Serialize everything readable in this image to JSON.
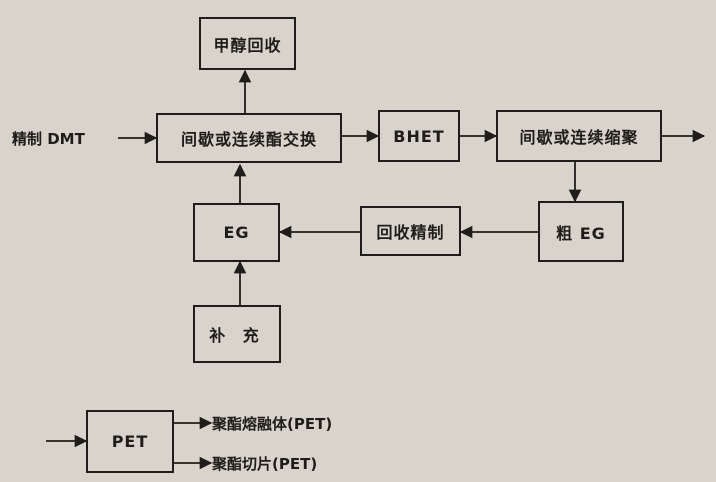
{
  "diagram": {
    "input_label": "精制 DMT",
    "nodes": {
      "methanol": "甲醇回收",
      "transesterification": "间歇或连续酯交换",
      "bhet": "BHET",
      "polycondensation": "间歇或连续缩聚",
      "eg": "EG",
      "recovery_refining": "回收精制",
      "crude_eg": "粗 EG",
      "makeup": "补 充"
    },
    "legend": {
      "pet": "PET",
      "melt": "聚酯熔融体(PET)",
      "chips": "聚酯切片(PET)"
    }
  }
}
